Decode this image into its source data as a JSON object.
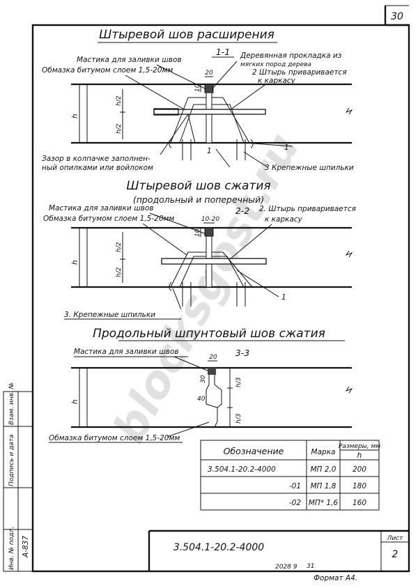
{
  "sheet": {
    "page_number": "30",
    "watermark": "blocksgost.ru",
    "inventory_number": "А-837",
    "bottom_code": "2028 9",
    "bottom_num": "31",
    "format_label": "Формат А4."
  },
  "side_stamp": {
    "col1": "Инв. № подл.",
    "col2": "Подпись и дата",
    "col3": "Взам. инв. №"
  },
  "section1": {
    "title": "Штыревой шов расширения",
    "cut_label": "1-1",
    "mastic_label": "Мастика для заливки швов",
    "coating_label": "Обмазка битумом слоем 1,5-20мм",
    "wood_pad_line1": "Деревянная прокладка из",
    "wood_pad_line2": "мягких пород дерева",
    "pin_line1": "2 Штырь приваривается",
    "pin_line2": "к каркасу",
    "gap_line1": "Зазор в колпачке заполнен-",
    "gap_line2": "ный опилками или войлоком",
    "fasteners": "3 Крепежные шпильки",
    "dim_20": "20",
    "dim_10": "10",
    "dim_h": "h",
    "dim_h2_top": "h/2",
    "dim_h2_bot": "h/2",
    "marker_1": "1"
  },
  "section2": {
    "title": "Штыревой шов сжатия",
    "subtitle": "(продольный и поперечный)",
    "cut_label": "2-2",
    "mastic_label": "Мастика для заливки швов",
    "coating_label": "Обмазка битумом слоем 1,5-20мм",
    "pin_line1": "2. Штырь приваривается",
    "pin_line2": "к каркасу",
    "fasteners": "3. Крепежные шпильки",
    "dim_10_20": "10-20",
    "dim_10": "10",
    "dim_h": "h",
    "dim_h2_top": "h/2",
    "dim_h2_bot": "h/2",
    "marker_1": "1"
  },
  "section3": {
    "title": "Продольный шпунтовый шов сжатия",
    "cut_label": "3-3",
    "mastic_label": "Мастика для заливки швов",
    "coating_label": "Обмазка битумом слоем 1,5-20мм",
    "dim_20": "20",
    "dim_30": "30",
    "dim_40": "40",
    "dim_h": "h",
    "dim_h3_top": "h/3",
    "dim_h3_bot": "h/3"
  },
  "spec_table": {
    "headers": [
      "Обозначение",
      "Марка",
      "Размеры, мм"
    ],
    "sub_header": "h",
    "rows": [
      [
        "3.504.1-20.2-4000",
        "МП 2,0",
        "200"
      ],
      [
        "-01",
        "МП 1,8",
        "180"
      ],
      [
        "-02",
        "МП* 1,6",
        "160"
      ]
    ]
  },
  "title_block": {
    "designation": "3.504.1-20.2-4000",
    "sheet_label": "Лист",
    "sheet_number": "2"
  }
}
